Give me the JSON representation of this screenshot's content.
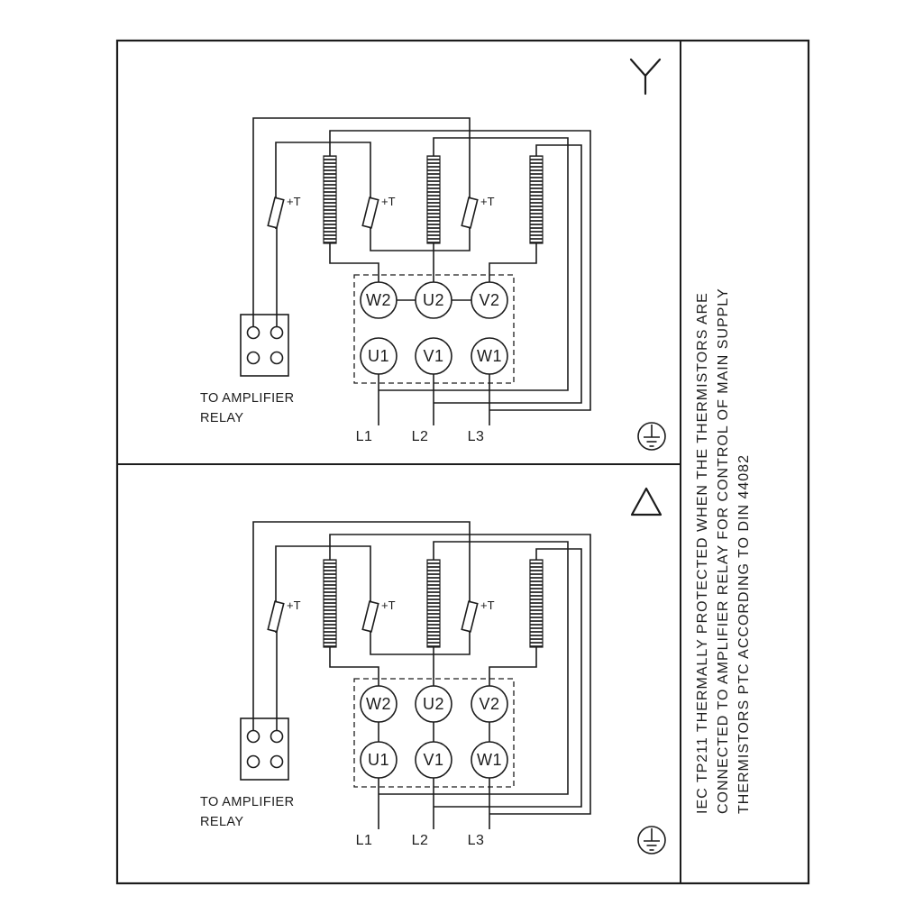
{
  "diagram": {
    "type": "motor-terminal-wiring-diagram",
    "colors": {
      "line": "#1c1c1c",
      "background": "#ffffff"
    },
    "panels": [
      {
        "connection": "star",
        "connection_icon": "star-connection-icon",
        "thermistor_labels": [
          "+T",
          "+T",
          "+T"
        ],
        "terminals_top": [
          "W2",
          "U2",
          "V2"
        ],
        "terminals_bottom": [
          "U1",
          "V1",
          "W1"
        ],
        "relay_note": [
          "TO AMPLIFIER",
          "RELAY"
        ],
        "supply_labels": [
          "L1",
          "L2",
          "L3"
        ]
      },
      {
        "connection": "delta",
        "connection_icon": "delta-connection-icon",
        "thermistor_labels": [
          "+T",
          "+T",
          "+T"
        ],
        "terminals_top": [
          "W2",
          "U2",
          "V2"
        ],
        "terminals_bottom": [
          "U1",
          "V1",
          "W1"
        ],
        "relay_note": [
          "TO AMPLIFIER",
          "RELAY"
        ],
        "supply_labels": [
          "L1",
          "L2",
          "L3"
        ]
      }
    ],
    "side_note_lines": [
      "IEC TP211 THERMALLY PROTECTED WHEN THE THERMISTORS ARE",
      "CONNECTED TO AMPLIFIER RELAY FOR CONTROL OF MAIN SUPPLY",
      "THERMISTORS PTC ACCORDING TO DIN 44082"
    ]
  }
}
